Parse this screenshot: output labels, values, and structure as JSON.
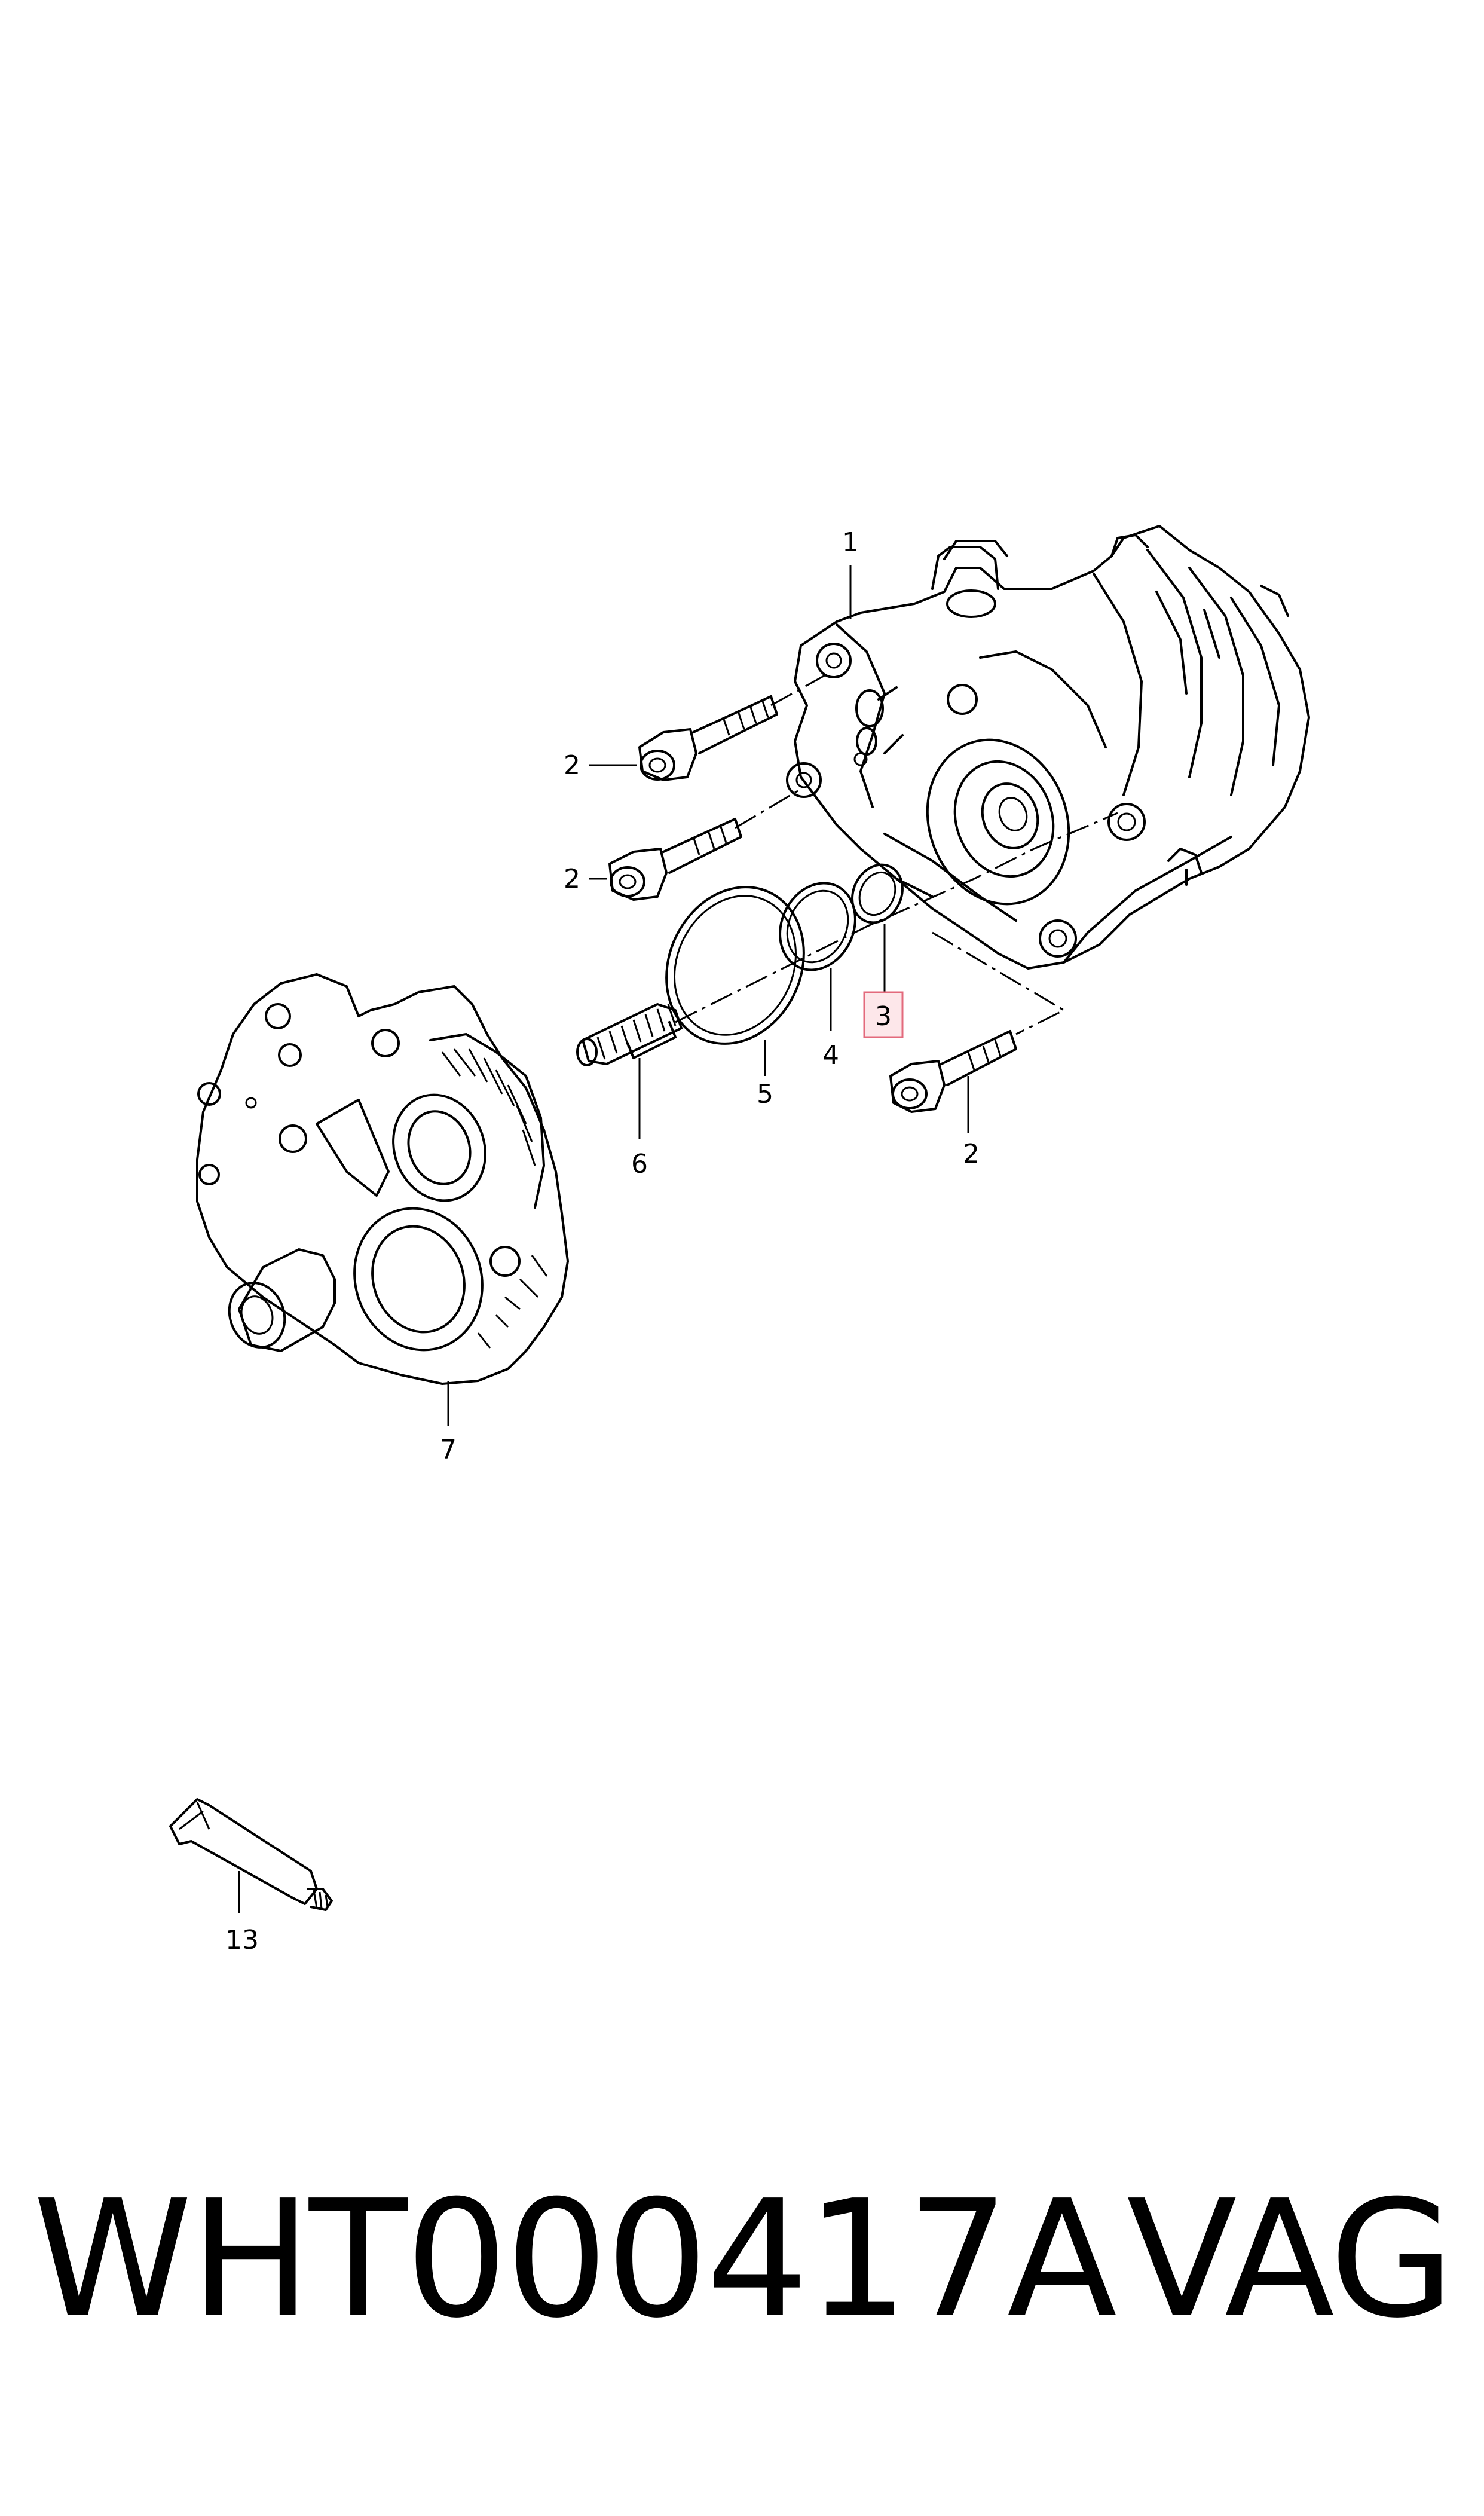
{
  "labels": {
    "p1": "1",
    "p2a": "2",
    "p2b": "2",
    "p2c": "2",
    "p3": "3",
    "p4": "4",
    "p5": "5",
    "p6": "6",
    "p7": "7",
    "p13": "13"
  },
  "highlighted_part": "3",
  "highlight_color": "#e36a7c",
  "footer": {
    "part_number": "WHT000417A",
    "brand": "VAG"
  }
}
